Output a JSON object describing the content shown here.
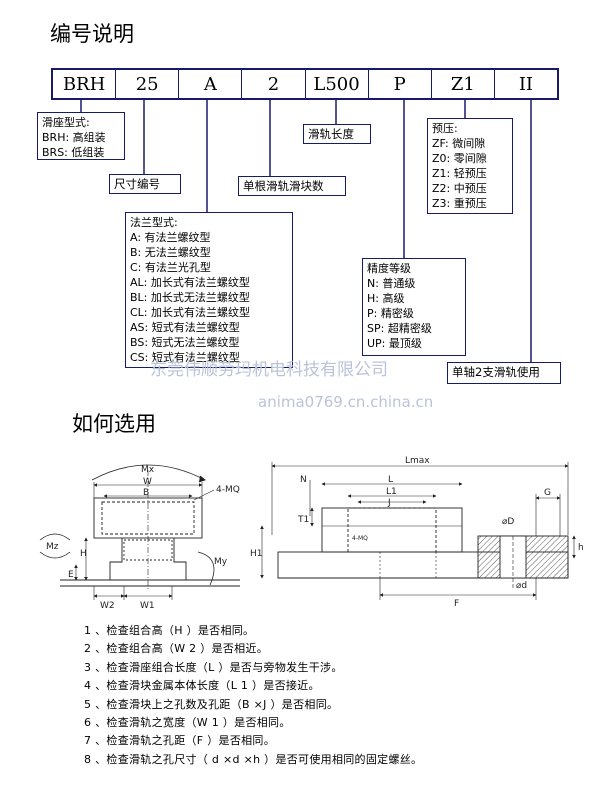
{
  "header": {
    "title": "编号说明"
  },
  "code_segments": [
    "BRH",
    "25",
    "A",
    "2",
    "L500",
    "P",
    "Z1",
    "II"
  ],
  "slider_type": {
    "title": "滑座型式:",
    "lines": [
      "BRH: 高组装",
      "BRS: 低组装"
    ]
  },
  "size_label": "尺寸编号",
  "flange_type": {
    "title": "法兰型式:",
    "lines": [
      "A: 有法兰螺纹型",
      "B: 无法兰螺纹型",
      "C: 有法兰光孔型",
      "AL: 加长式有法兰螺纹型",
      "BL: 加长式无法兰螺纹型",
      "CL: 加长式有法兰螺纹型",
      "AS: 短式有法兰螺纹型",
      "BS: 短式无法兰螺纹型",
      "CS: 短式有法兰螺纹型"
    ]
  },
  "block_count_label": "单根滑轨滑块数",
  "rail_length_label": "滑轨长度",
  "accuracy": {
    "title": "精度等级",
    "lines": [
      "N: 普通级",
      "H: 高级",
      "P: 精密级",
      "SP: 超精密级",
      "UP: 最顶级"
    ]
  },
  "preload": {
    "title": "预压:",
    "lines": [
      "ZF: 微间隙",
      "Z0: 零间隙",
      "Z1: 轻预压",
      "Z2: 中预压",
      "Z3: 重预压"
    ]
  },
  "rail_usage_label": "单轴2支滑轨使用",
  "watermark": {
    "company": "东莞伟顺劳玛机电科技有限公司",
    "url": "anima0769.cn.china.cn"
  },
  "section2": {
    "title": "如何选用"
  },
  "diagram_labels": {
    "mx": "Mx",
    "w": "W",
    "b": "B",
    "mq": "4-MQ",
    "mz": "Mz",
    "e": "E",
    "h": "H",
    "w2": "W2",
    "w1": "W1",
    "my": "My",
    "lmax": "Lmax",
    "n": "N",
    "l": "L",
    "l1": "L1",
    "j": "J",
    "t1": "T1",
    "h1": "H1",
    "g": "G",
    "d_big": "⌀D",
    "h_small": "h",
    "d_small": "⌀d",
    "f": "F",
    "mq_small": "4-MQ"
  },
  "checks": [
    "1 、检查组合高（H ）是否相同。",
    "2 、检查组合高（W 2 ）是否相近。",
    "3 、检查滑座组合长度（L ）是否与旁物发生干涉。",
    "4 、检查滑块金属本体长度（L 1 ）是否接近。",
    "5 、检查滑块上之孔数及孔距（B ×J ）是否相同。",
    "6 、检查滑轨之宽度（W 1 ）是否相同。",
    "7 、检查滑轨之孔距（F ）是否相同。",
    "8 、检查滑轨之孔尺寸（  d ×d ×h ）是否可使用相同的固定螺丝。"
  ]
}
